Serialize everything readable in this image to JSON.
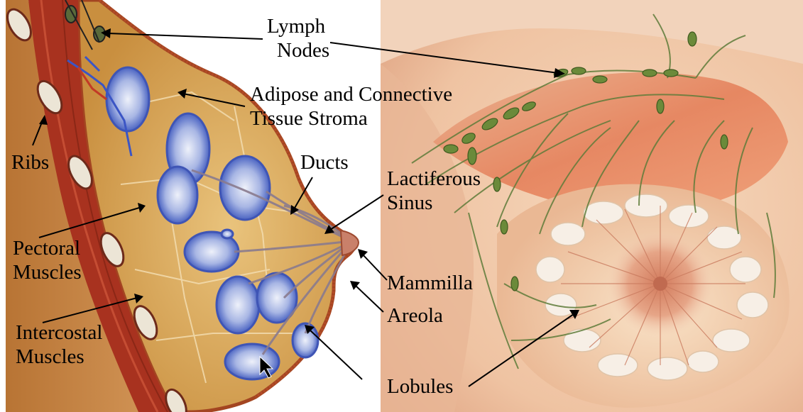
{
  "labels": {
    "lymph_nodes": [
      "Lymph",
      "Nodes"
    ],
    "adipose": [
      "Adipose and Connective",
      "Tissue Stroma"
    ],
    "ribs": "Ribs",
    "ducts": "Ducts",
    "lactiferous": [
      "Lactiferous",
      "Sinus"
    ],
    "pectoral": [
      "Pectoral",
      "Muscles"
    ],
    "intercostal": [
      "Intercostal",
      "Muscles"
    ],
    "mammilla": "Mammilla",
    "areola": "Areola",
    "lobules": "Lobules"
  },
  "colors": {
    "chest_wall": "#c8874a",
    "muscle": "#a8321f",
    "rib": "#e9e2d3",
    "fat": "#d4a04a",
    "fat_light": "#e8c27a",
    "lobule": "#5b73c9",
    "lobule_light": "#dfe6f4",
    "skin_right": "#f0c7a6",
    "pectoral_right": "#e8845c",
    "lymph": "#5f7c3a"
  }
}
